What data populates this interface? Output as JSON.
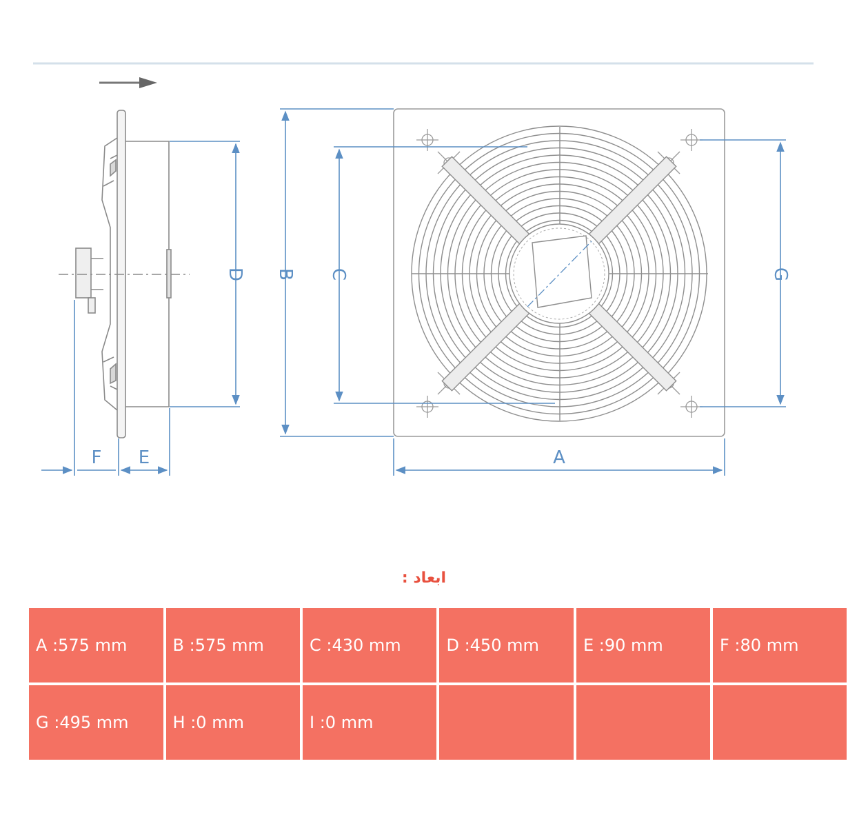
{
  "colors": {
    "dimension_line": "#5c8fc4",
    "drawing_line": "#8a8a8a",
    "cell_background": "#f47162",
    "title_color": "#e8513f"
  },
  "drawing": {
    "labels": {
      "a": "A",
      "b": "B",
      "c": "C",
      "d": "D",
      "e": "E",
      "f": "F",
      "g": "G"
    }
  },
  "dimensions": {
    "title": "ابعاد :",
    "rows": [
      [
        "A :575 mm",
        "B :575 mm",
        "C :430 mm",
        "D :450 mm",
        "E :90 mm",
        "F :80 mm"
      ],
      [
        "G :495 mm",
        "H :0 mm",
        "I :0 mm",
        "",
        "",
        ""
      ]
    ]
  }
}
